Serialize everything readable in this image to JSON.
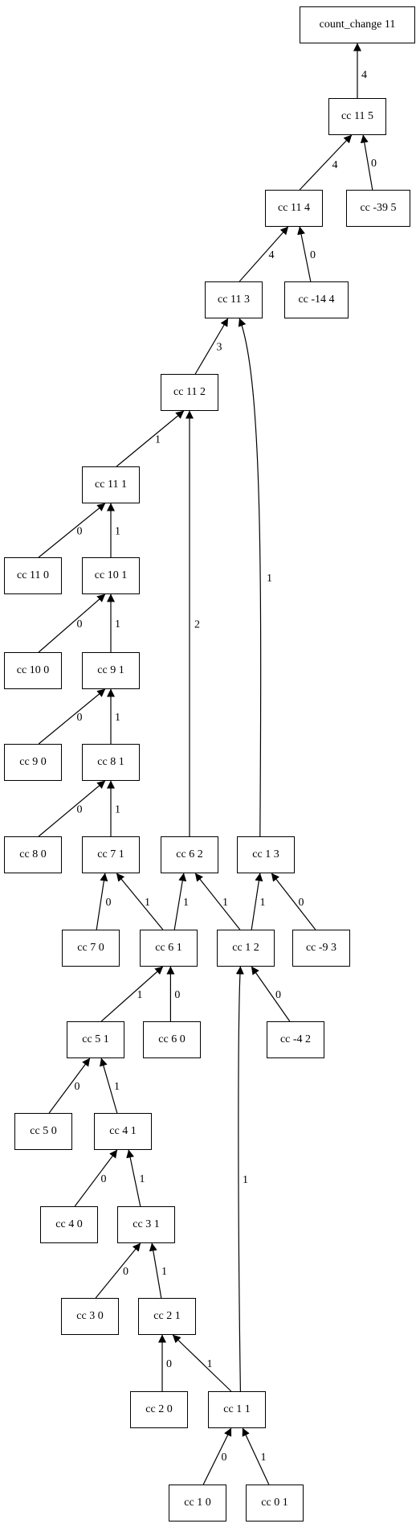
{
  "nodes": {
    "count_change_11": "count_change 11",
    "cc_11_5": "cc 11 5",
    "cc_11_4": "cc 11 4",
    "cc_m39_5": "cc -39 5",
    "cc_11_3": "cc 11 3",
    "cc_m14_4": "cc -14 4",
    "cc_11_2": "cc 11 2",
    "cc_11_1": "cc 11 1",
    "cc_11_0": "cc 11 0",
    "cc_10_1": "cc 10 1",
    "cc_10_0": "cc 10 0",
    "cc_9_1": "cc 9 1",
    "cc_9_0": "cc 9 0",
    "cc_8_1": "cc 8 1",
    "cc_8_0": "cc 8 0",
    "cc_7_1": "cc 7 1",
    "cc_6_2": "cc 6 2",
    "cc_1_3": "cc 1 3",
    "cc_7_0": "cc 7 0",
    "cc_6_1": "cc 6 1",
    "cc_1_2": "cc 1 2",
    "cc_m9_3": "cc -9 3",
    "cc_5_1": "cc 5 1",
    "cc_6_0": "cc 6 0",
    "cc_m4_2": "cc -4 2",
    "cc_5_0": "cc 5 0",
    "cc_4_1": "cc 4 1",
    "cc_4_0": "cc 4 0",
    "cc_3_1": "cc 3 1",
    "cc_3_0": "cc 3 0",
    "cc_2_1": "cc 2 1",
    "cc_2_0": "cc 2 0",
    "cc_1_1": "cc 1 1",
    "cc_1_0": "cc 1 0",
    "cc_0_1": "cc 0 1"
  },
  "edges": [
    {
      "from": "cc_11_5",
      "to": "count_change_11",
      "label": "4"
    },
    {
      "from": "cc_11_4",
      "to": "cc_11_5",
      "label": "4"
    },
    {
      "from": "cc_m39_5",
      "to": "cc_11_5",
      "label": "0"
    },
    {
      "from": "cc_11_3",
      "to": "cc_11_4",
      "label": "4"
    },
    {
      "from": "cc_m14_4",
      "to": "cc_11_4",
      "label": "0"
    },
    {
      "from": "cc_11_2",
      "to": "cc_11_3",
      "label": "3"
    },
    {
      "from": "cc_1_3",
      "to": "cc_11_3",
      "label": "1"
    },
    {
      "from": "cc_11_1",
      "to": "cc_11_2",
      "label": "1"
    },
    {
      "from": "cc_6_2",
      "to": "cc_11_2",
      "label": "2"
    },
    {
      "from": "cc_11_0",
      "to": "cc_11_1",
      "label": "0"
    },
    {
      "from": "cc_10_1",
      "to": "cc_11_1",
      "label": "1"
    },
    {
      "from": "cc_10_0",
      "to": "cc_10_1",
      "label": "0"
    },
    {
      "from": "cc_9_1",
      "to": "cc_10_1",
      "label": "1"
    },
    {
      "from": "cc_9_0",
      "to": "cc_9_1",
      "label": "0"
    },
    {
      "from": "cc_8_1",
      "to": "cc_9_1",
      "label": "1"
    },
    {
      "from": "cc_8_0",
      "to": "cc_8_1",
      "label": "0"
    },
    {
      "from": "cc_7_1",
      "to": "cc_8_1",
      "label": "1"
    },
    {
      "from": "cc_7_0",
      "to": "cc_7_1",
      "label": "0"
    },
    {
      "from": "cc_6_1",
      "to": "cc_7_1",
      "label": "1"
    },
    {
      "from": "cc_6_1",
      "to": "cc_6_2",
      "label": "1"
    },
    {
      "from": "cc_1_2",
      "to": "cc_6_2",
      "label": "1"
    },
    {
      "from": "cc_1_2",
      "to": "cc_1_3",
      "label": "1"
    },
    {
      "from": "cc_m9_3",
      "to": "cc_1_3",
      "label": "0"
    },
    {
      "from": "cc_5_1",
      "to": "cc_6_1",
      "label": "1"
    },
    {
      "from": "cc_6_0",
      "to": "cc_6_1",
      "label": "0"
    },
    {
      "from": "cc_1_1",
      "to": "cc_1_2",
      "label": "1"
    },
    {
      "from": "cc_m4_2",
      "to": "cc_1_2",
      "label": "0"
    },
    {
      "from": "cc_5_0",
      "to": "cc_5_1",
      "label": "0"
    },
    {
      "from": "cc_4_1",
      "to": "cc_5_1",
      "label": "1"
    },
    {
      "from": "cc_4_0",
      "to": "cc_4_1",
      "label": "0"
    },
    {
      "from": "cc_3_1",
      "to": "cc_4_1",
      "label": "1"
    },
    {
      "from": "cc_3_0",
      "to": "cc_3_1",
      "label": "0"
    },
    {
      "from": "cc_2_1",
      "to": "cc_3_1",
      "label": "1"
    },
    {
      "from": "cc_2_0",
      "to": "cc_2_1",
      "label": "0"
    },
    {
      "from": "cc_1_1",
      "to": "cc_2_1",
      "label": "1"
    },
    {
      "from": "cc_1_0",
      "to": "cc_1_1",
      "label": "0"
    },
    {
      "from": "cc_0_1",
      "to": "cc_1_1",
      "label": "1"
    }
  ]
}
